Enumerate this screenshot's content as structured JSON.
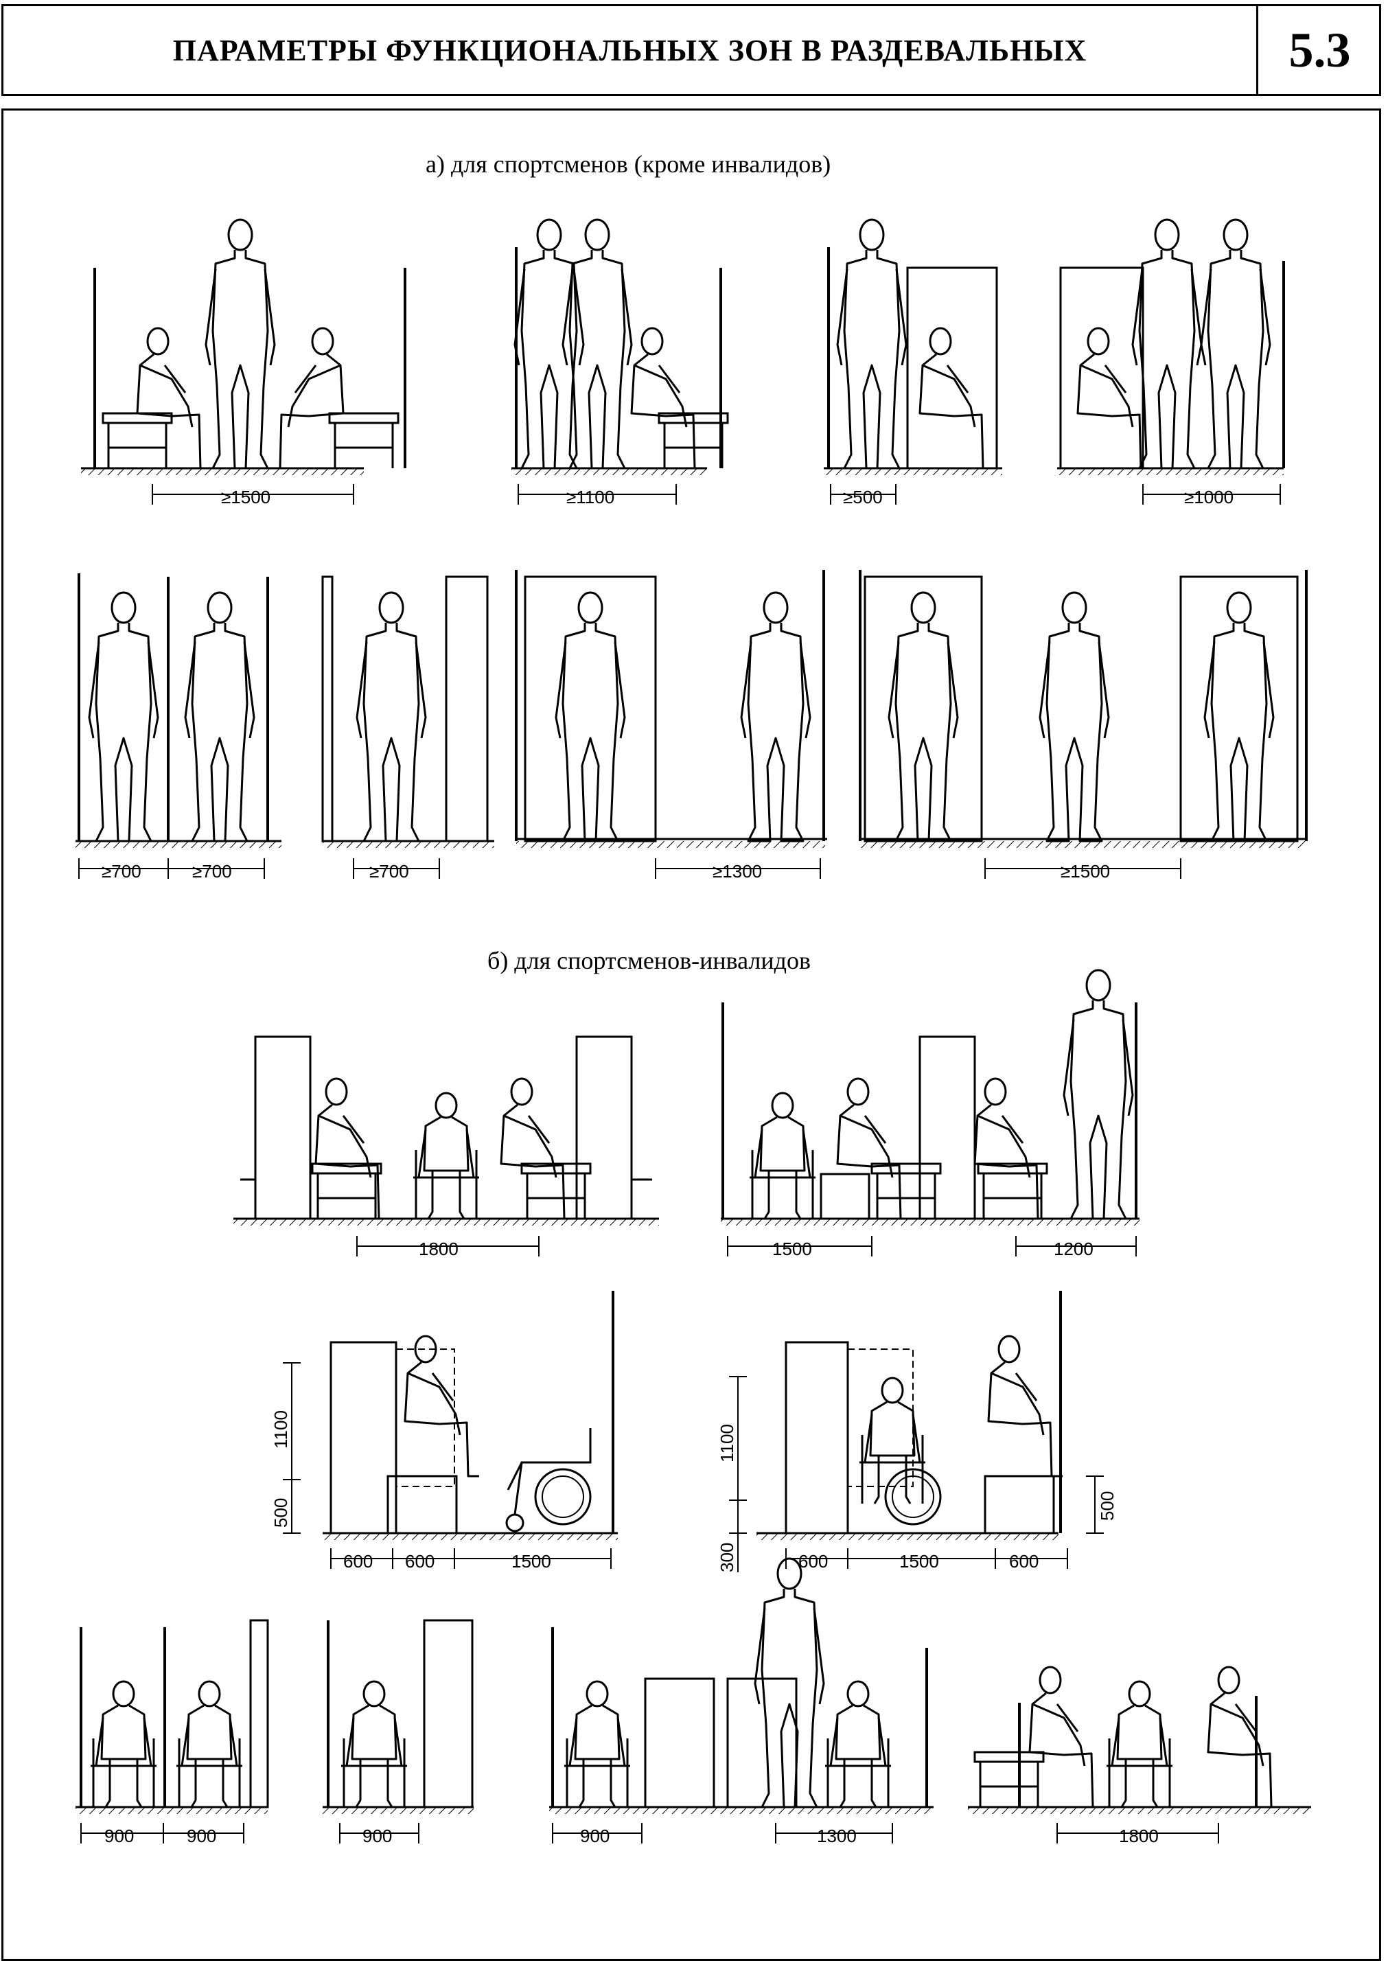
{
  "header": {
    "title": "ПАРАМЕТРЫ ФУНКЦИОНАЛЬНЫХ ЗОН В РАЗДЕВАЛЬНЫХ",
    "number": "5.3"
  },
  "sections": {
    "a_title": "а) для спортсменов (кроме инвалидов)",
    "b_title": "б) для спортсменов-инвалидов"
  },
  "dimensions": {
    "a_row1": [
      "≥1500",
      "≥1100",
      "≥500",
      "≥1000"
    ],
    "a_row2": [
      "≥700",
      "≥700",
      "≥700",
      "≥1300",
      "≥1500"
    ],
    "b_row1": [
      "1800",
      "1500",
      "1200"
    ],
    "b_row2_left": [
      "600",
      "600",
      "1500"
    ],
    "b_row2_left_vertical": [
      "1100",
      "500"
    ],
    "b_row2_right": [
      "600",
      "1500",
      "600"
    ],
    "b_row2_right_vertical": [
      "1100",
      "300",
      "500"
    ],
    "b_row3": [
      "900",
      "900",
      "900",
      "900",
      "1300",
      "1800"
    ]
  }
}
